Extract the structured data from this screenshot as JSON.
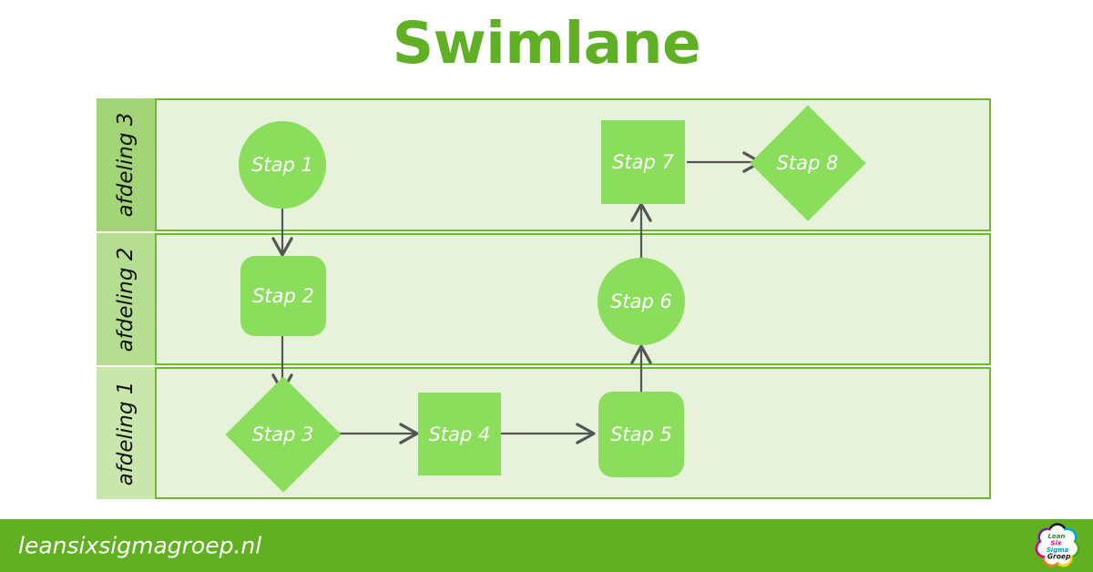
{
  "title": "Swimlane",
  "colors": {
    "title_green": "#5fb024",
    "shape_green": "#8ade5c",
    "lane_border_green": "#6cba2e",
    "lane_body_green": "#e6f2d9",
    "lane_label_green_3": "#a3d578",
    "lane_label_green_2": "#b5de93",
    "lane_label_green_1": "#c9e6ad",
    "arrow_gray": "#555555",
    "footer_green": "#61b022",
    "node_text": "#ffffff"
  },
  "diagram": {
    "type": "swimlane-flowchart",
    "lanes": [
      {
        "id": "lane-3",
        "label": "afdeling 3",
        "order": 1
      },
      {
        "id": "lane-2",
        "label": "afdeling 2",
        "order": 2
      },
      {
        "id": "lane-1",
        "label": "afdeling 1",
        "order": 3
      }
    ],
    "nodes": [
      {
        "id": "stap1",
        "label": "Stap 1",
        "shape": "circle",
        "lane": "lane-3"
      },
      {
        "id": "stap2",
        "label": "Stap 2",
        "shape": "rounded",
        "lane": "lane-2"
      },
      {
        "id": "stap3",
        "label": "Stap 3",
        "shape": "diamond",
        "lane": "lane-1"
      },
      {
        "id": "stap4",
        "label": "Stap 4",
        "shape": "square",
        "lane": "lane-1"
      },
      {
        "id": "stap5",
        "label": "Stap 5",
        "shape": "rounded",
        "lane": "lane-1"
      },
      {
        "id": "stap6",
        "label": "Stap 6",
        "shape": "circle",
        "lane": "lane-2"
      },
      {
        "id": "stap7",
        "label": "Stap 7",
        "shape": "square",
        "lane": "lane-3"
      },
      {
        "id": "stap8",
        "label": "Stap 8",
        "shape": "diamond",
        "lane": "lane-3"
      }
    ],
    "edges": [
      {
        "from": "stap1",
        "to": "stap2",
        "direction": "down"
      },
      {
        "from": "stap2",
        "to": "stap3",
        "direction": "down"
      },
      {
        "from": "stap3",
        "to": "stap4",
        "direction": "right"
      },
      {
        "from": "stap4",
        "to": "stap5",
        "direction": "right"
      },
      {
        "from": "stap5",
        "to": "stap6",
        "direction": "up"
      },
      {
        "from": "stap6",
        "to": "stap7",
        "direction": "up"
      },
      {
        "from": "stap7",
        "to": "stap8",
        "direction": "right"
      }
    ]
  },
  "footer": {
    "url": "leansixsigmagroep.nl",
    "logo_text": [
      "Lean",
      "Six",
      "Sigma",
      "Groep"
    ]
  }
}
